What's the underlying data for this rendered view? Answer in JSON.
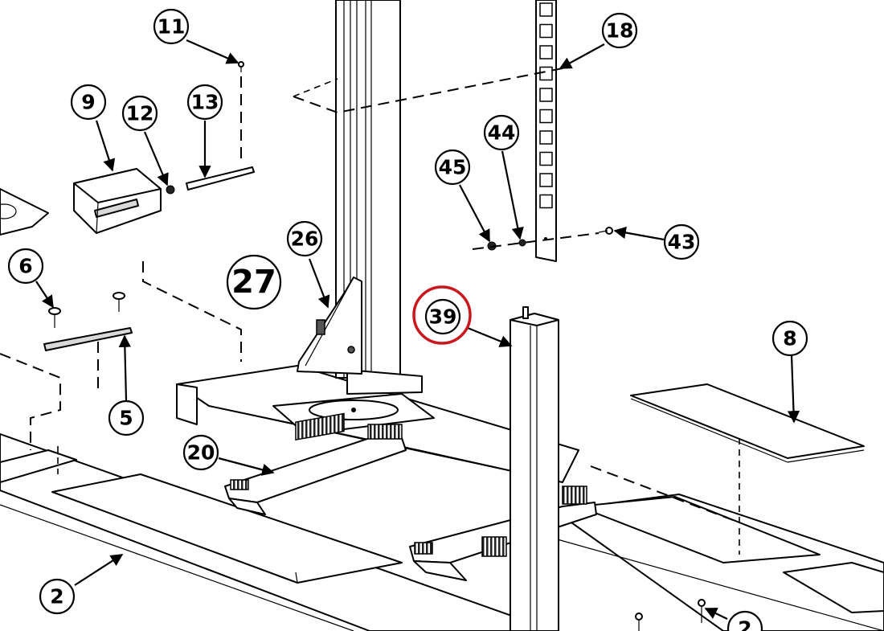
{
  "diagram": {
    "highlight_color": "#c8181e",
    "callouts": [
      {
        "id": "c11",
        "label": "11"
      },
      {
        "id": "c18",
        "label": "18"
      },
      {
        "id": "c9",
        "label": "9"
      },
      {
        "id": "c12",
        "label": "12"
      },
      {
        "id": "c13",
        "label": "13"
      },
      {
        "id": "c44",
        "label": "44"
      },
      {
        "id": "c45",
        "label": "45"
      },
      {
        "id": "c43",
        "label": "43"
      },
      {
        "id": "c6",
        "label": "6"
      },
      {
        "id": "c26",
        "label": "26"
      },
      {
        "id": "c27",
        "label": "27"
      },
      {
        "id": "c39",
        "label": "39",
        "highlighted": true
      },
      {
        "id": "c8",
        "label": "8"
      },
      {
        "id": "c5",
        "label": "5"
      },
      {
        "id": "c20",
        "label": "20"
      },
      {
        "id": "c2a",
        "label": "2"
      },
      {
        "id": "c2b",
        "label": "2"
      }
    ]
  }
}
